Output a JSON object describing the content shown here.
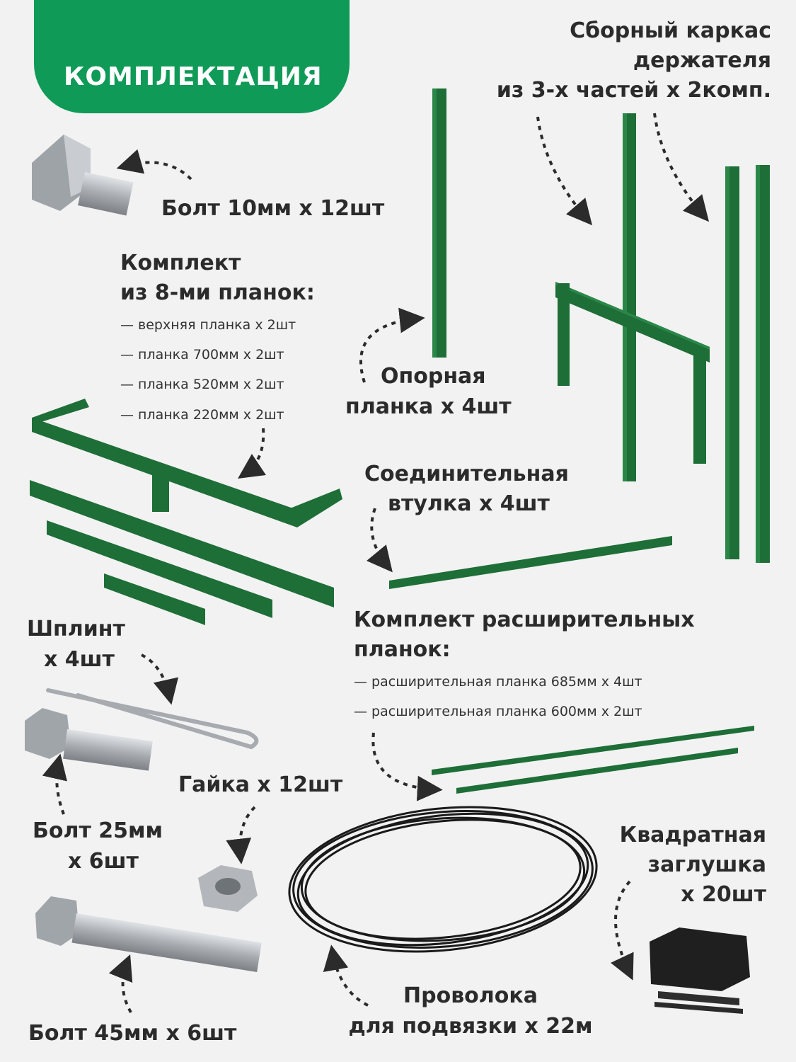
{
  "banner": {
    "title": "КОМПЛЕКТАЦИЯ",
    "color": "#0f9a57"
  },
  "colors": {
    "metal_green": "#1e6e37",
    "metal_green_dark": "#134d25",
    "bolt_gray": "#b8bcc0",
    "plug_black": "#1f1f1f",
    "arrow": "#2b2b2b"
  },
  "labels": {
    "frame": [
      "Сборный каркас",
      "держателя",
      "из 3-х частей х 2комп."
    ],
    "bolt10": "Болт 10мм х 12шт",
    "slats_set": [
      "Комплект",
      "из 8-ми планок:"
    ],
    "slats_items": [
      "— верхняя  планка х 2шт",
      "— планка 700мм х 2шт",
      "— планка 520мм х 2шт",
      "— планка 220мм х 2шт"
    ],
    "support": [
      "Опорная",
      "планка х 4шт"
    ],
    "sleeve": [
      "Соединительная",
      "втулка х 4шт"
    ],
    "extension_set": [
      "Комплект расширительных",
      "планок:"
    ],
    "extension_items": [
      "— расширительная планка 685мм х 4шт",
      "— расширительная планка 600мм х 2шт"
    ],
    "cotter": [
      "Шплинт",
      "х 4шт"
    ],
    "nut": "Гайка х 12шт",
    "bolt25": [
      "Болт 25мм",
      "х 6шт"
    ],
    "plug": [
      "Квадратная",
      "заглушка",
      "х 20шт"
    ],
    "wire": [
      "Проволока",
      "для подвязки х 22м"
    ],
    "bolt45": "Болт 45мм х 6шт"
  }
}
